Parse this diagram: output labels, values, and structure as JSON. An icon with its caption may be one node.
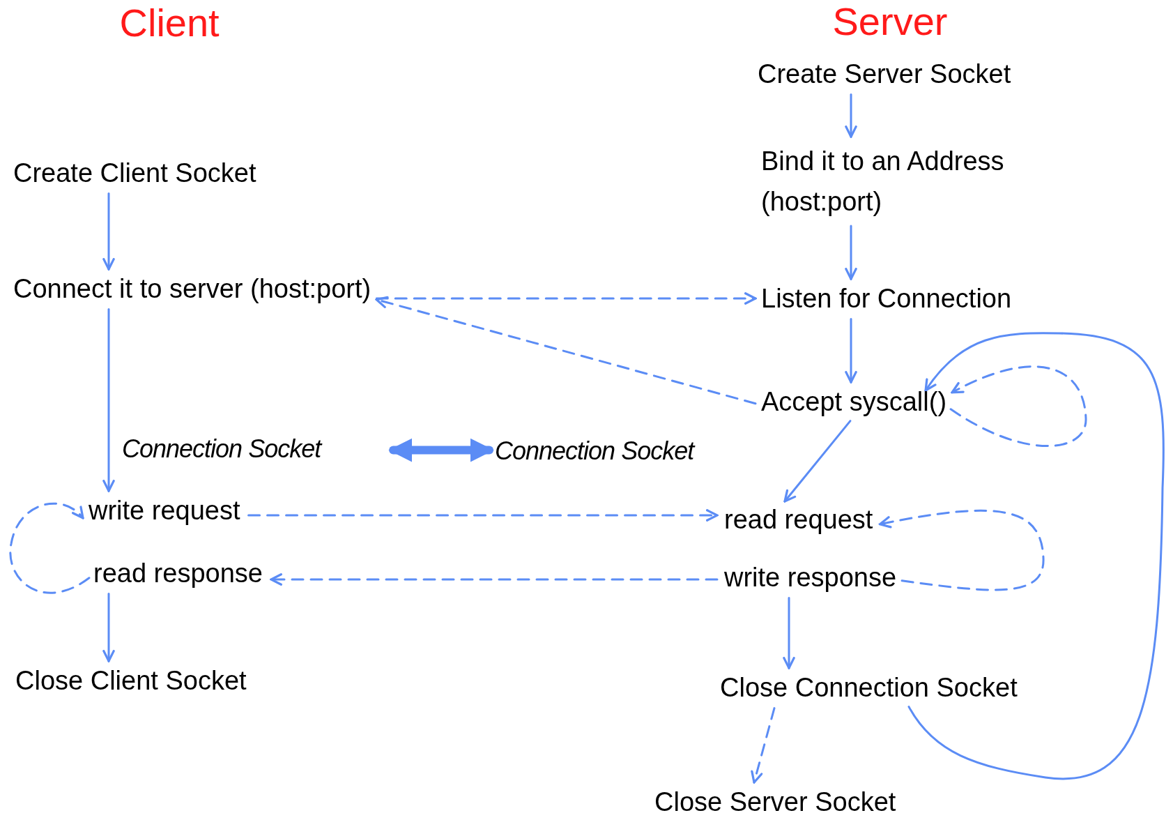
{
  "diagram": {
    "nodes": [
      {
        "text": [
          "Create Client Socket"
        ]
      },
      {
        "text": [
          "Connect it to server (host:port)"
        ]
      },
      {
        "text": [
          "write request"
        ]
      },
      {
        "text": [
          "read response"
        ]
      },
      {
        "text": [
          "Close Client Socket"
        ]
      },
      {
        "text": [
          "Create Server Socket"
        ]
      },
      {
        "text": [
          "Bind it to an Address (host:port)"
        ]
      },
      {
        "text": [
          "Listen for Connection"
        ]
      },
      {
        "text": [
          "Accept syscall()"
        ]
      },
      {
        "text": [
          "read request"
        ]
      },
      {
        "text": [
          "write response"
        ]
      },
      {
        "text": [
          "Close Connection Socket"
        ]
      },
      {
        "text": [
          "Close Server Socket"
        ]
      },
      {
        "text": [
          "Connection Socket"
        ]
      },
      {
        "text": [
          "Connection Socket"
        ]
      }
    ],
    "edges": [
      {
        "from": 0,
        "to": 1,
        "arrow": "to"
      },
      {
        "from": 1,
        "to": 2,
        "arrow": "to"
      },
      {
        "from": 3,
        "to": 4,
        "arrow": "to"
      },
      {
        "from": 5,
        "to": 6,
        "arrow": "to"
      },
      {
        "from": 6,
        "to": 7,
        "arrow": "to"
      },
      {
        "from": 7,
        "to": 8,
        "arrow": "to"
      },
      {
        "from": 8,
        "to": 9,
        "arrow": "to"
      },
      {
        "from": 10,
        "to": 11,
        "arrow": "to"
      },
      {
        "from": 11,
        "to": 12,
        "arrow": "to",
        "style": "dashed"
      },
      {
        "from": 1,
        "to": 7,
        "arrow": "to",
        "style": "dashed"
      },
      {
        "from": 8,
        "to": 1,
        "arrow": "to",
        "style": "dashed"
      },
      {
        "from": 2,
        "to": 9,
        "arrow": "to",
        "style": "dashed"
      },
      {
        "from": 10,
        "to": 3,
        "arrow": "to",
        "style": "dashed"
      },
      {
        "from": 3,
        "to": 2,
        "arrow": "to",
        "style": "dashed"
      },
      {
        "from": 10,
        "to": 9,
        "arrow": "to",
        "style": "dashed"
      },
      {
        "from": 8,
        "to": 8,
        "arrow": "to",
        "style": "dashed"
      },
      {
        "from": 11,
        "to": 8,
        "arrow": "to"
      },
      {
        "from": 13,
        "to": 14,
        "arrow": "both",
        "style": "thick"
      }
    ],
    "labels": [
      "Client",
      "Server"
    ]
  }
}
